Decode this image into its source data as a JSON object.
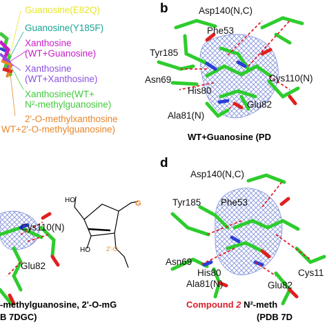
{
  "legend": {
    "items": [
      {
        "text": "Guanosine(E82Q)",
        "color": "#e6e62a"
      },
      {
        "text": "Guanosine(Y185F)",
        "color": "#1aa394"
      },
      {
        "text": "Xanthosine",
        "color": "#c81ec8"
      },
      {
        "text": "(WT+Guanosine)",
        "color": "#c81ec8"
      },
      {
        "text": "Xanthosine",
        "color": "#8c52e0"
      },
      {
        "text": "(WT+Xanthosine)",
        "color": "#8c52e0"
      },
      {
        "text": "Xanthosine(WT+",
        "color": "#43c83c"
      },
      {
        "text": "N²-methylguanosine)",
        "color": "#43c83c"
      },
      {
        "text": "2'-O-methylxanthosine",
        "color": "#e8862a"
      },
      {
        "text": "WT+2'-O-methylguanosine)",
        "color": "#e8862a"
      }
    ]
  },
  "panel_b": {
    "label": "b",
    "residues": {
      "asp140": "Asp140(N,C)",
      "phe53": "Phe53",
      "tyr185": "Tyr185",
      "asn69": "Asn69",
      "cys110": "Cys110(N)",
      "his80": "His80",
      "glu82": "Glu82",
      "ala81": "Ala81(N)"
    },
    "caption": "WT+Guanosine (PD"
  },
  "panel_c": {
    "residues": {
      "cys110": "Cys110(N)",
      "glu82": "Glu82"
    },
    "caption_line1": "-methylguanosine, 2'-O-mG",
    "caption_line2": "B 7DGC)",
    "structure_labels": {
      "g": "G",
      "ho1": "HO",
      "ho2": "HO",
      "methoxy": "2'-O"
    }
  },
  "panel_d": {
    "label": "d",
    "residues": {
      "asp140": "Asp140(N,C)",
      "tyr185": "Tyr185",
      "phe53": "Phe53",
      "asn69": "Asn69",
      "his80": "His80",
      "ala81": "Ala81(N)",
      "glu82": "Glu82",
      "cys110": "Cys11"
    },
    "caption_compound": "Compound",
    "caption_number": "2",
    "caption_rest": " N²-meth",
    "caption_line2": "(PDB 7D"
  },
  "colors": {
    "stick_green": "#2ecc2e",
    "hbond_red": "#e21c2c",
    "density_mesh": "#7d8ed8",
    "oxygen_red": "#e02020",
    "nitrogen_blue": "#2a3fd6"
  }
}
